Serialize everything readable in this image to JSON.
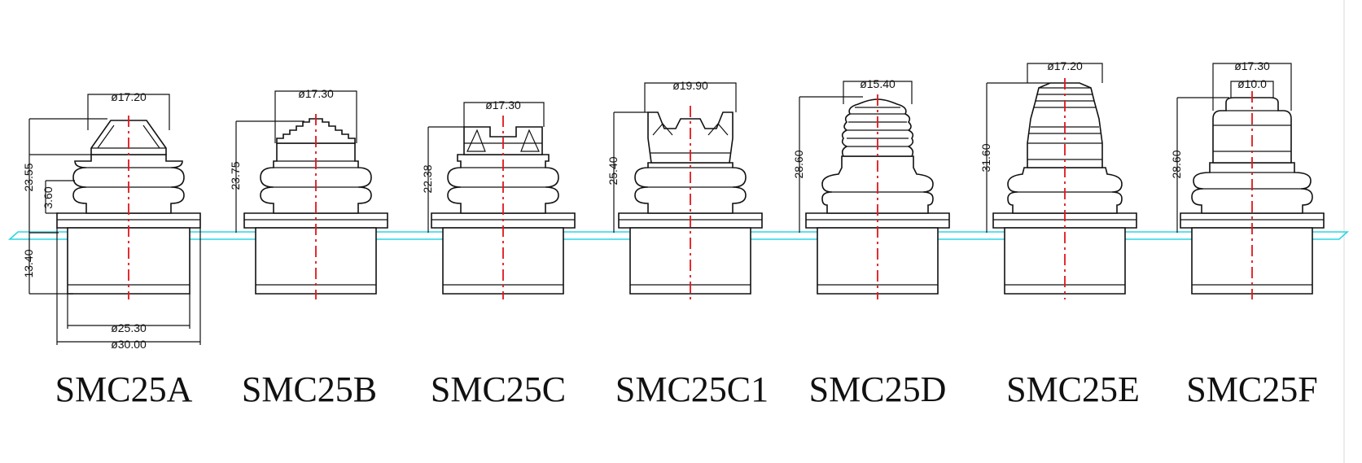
{
  "colors": {
    "centerline": "#e0161b",
    "reference_line": "#2ad6e6",
    "lines": "#111111",
    "background": "#ffffff"
  },
  "models": [
    {
      "name": "SMC25A",
      "top": "ø17.20",
      "height": "23.55",
      "extra": [
        "3.60",
        "13.40",
        "ø25.30",
        "ø30.00"
      ]
    },
    {
      "name": "SMC25B",
      "top": "ø17.30",
      "height": "23.75",
      "extra": []
    },
    {
      "name": "SMC25C",
      "top": "ø17.30",
      "height": "22.38",
      "extra": []
    },
    {
      "name": "SMC25C1",
      "top": "ø19.90",
      "height": "25.40",
      "extra": []
    },
    {
      "name": "SMC25D",
      "top": "ø15.40",
      "height": "28.60",
      "extra": []
    },
    {
      "name": "SMC25E",
      "top": "ø17.20",
      "height": "31.60",
      "extra": []
    },
    {
      "name": "SMC25F",
      "top": "ø17.30",
      "height": "28.60",
      "extra": [
        "ø10.0"
      ]
    }
  ]
}
